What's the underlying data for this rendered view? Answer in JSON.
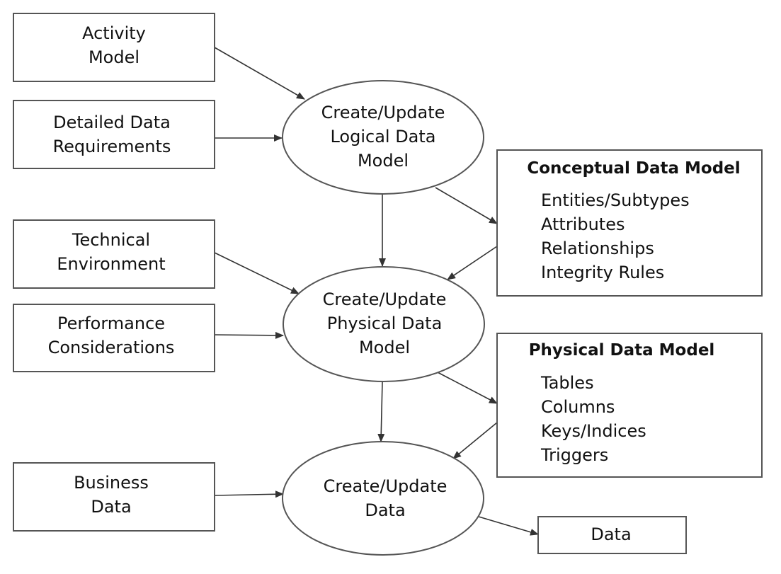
{
  "inputs": {
    "activity_model": [
      "Activity",
      "Model"
    ],
    "detailed_data_requirements": [
      "Detailed Data",
      "Requirements"
    ],
    "technical_environment": [
      "Technical",
      "Environment"
    ],
    "performance_considerations": [
      "Performance",
      "Considerations"
    ],
    "business_data": [
      "Business",
      "Data"
    ]
  },
  "processes": {
    "logical": [
      "Create/Update",
      "Logical Data",
      "Model"
    ],
    "physical": [
      "Create/Update",
      "Physical Data",
      "Model"
    ],
    "data": [
      "Create/Update",
      "Data"
    ]
  },
  "conceptual_model": {
    "title": "Conceptual Data Model",
    "items": [
      "Entities/Subtypes",
      "Attributes",
      "Relationships",
      "Integrity Rules"
    ]
  },
  "physical_model": {
    "title": "Physical Data Model",
    "items": [
      "Tables",
      "Columns",
      "Keys/Indices",
      "Triggers"
    ]
  },
  "output": {
    "data": "Data"
  }
}
